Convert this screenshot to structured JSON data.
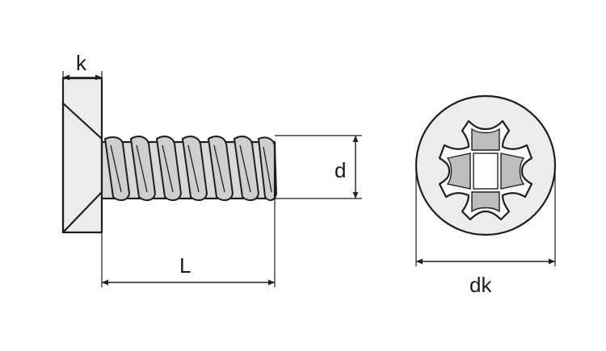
{
  "labels": {
    "k": "k",
    "d": "d",
    "L": "L",
    "dk": "dk"
  }
}
